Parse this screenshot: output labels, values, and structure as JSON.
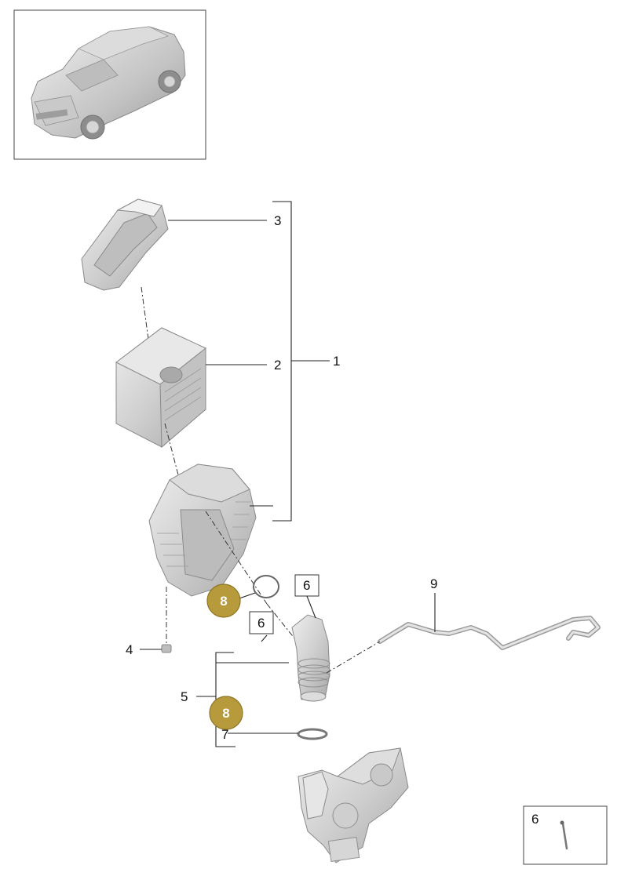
{
  "callouts": {
    "c1": "1",
    "c2": "2",
    "c3": "3",
    "c4": "4",
    "c5": "5",
    "c6_box_upper": "6",
    "c6_box_lower": "6",
    "c7": "7",
    "c9": "9",
    "c6_inset": "6"
  },
  "badges": {
    "b8_upper": "8",
    "b8_lower": "8"
  },
  "colors": {
    "badge_fill": "#b79a3c",
    "badge_stroke": "#8f7622",
    "part_light": "#e6e6e6",
    "part_mid": "#c9c9c9",
    "part_dark": "#9e9e9e",
    "line": "#222222"
  }
}
